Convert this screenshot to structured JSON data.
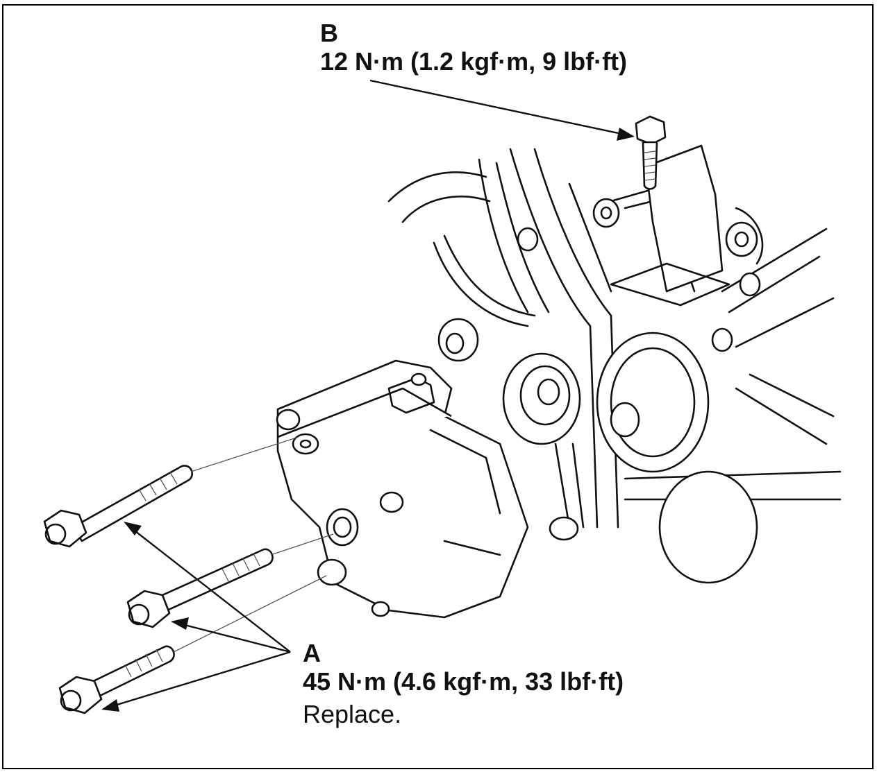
{
  "callouts": {
    "b": {
      "letter": "B",
      "torque": "12 N·m (1.2 kgf·m, 9 lbf·ft)"
    },
    "a": {
      "letter": "A",
      "torque": "45 N·m (4.6 kgf·m, 33 lbf·ft)",
      "note": "Replace."
    }
  },
  "colors": {
    "line": "#111111",
    "background": "#ffffff",
    "border": "#000000"
  }
}
